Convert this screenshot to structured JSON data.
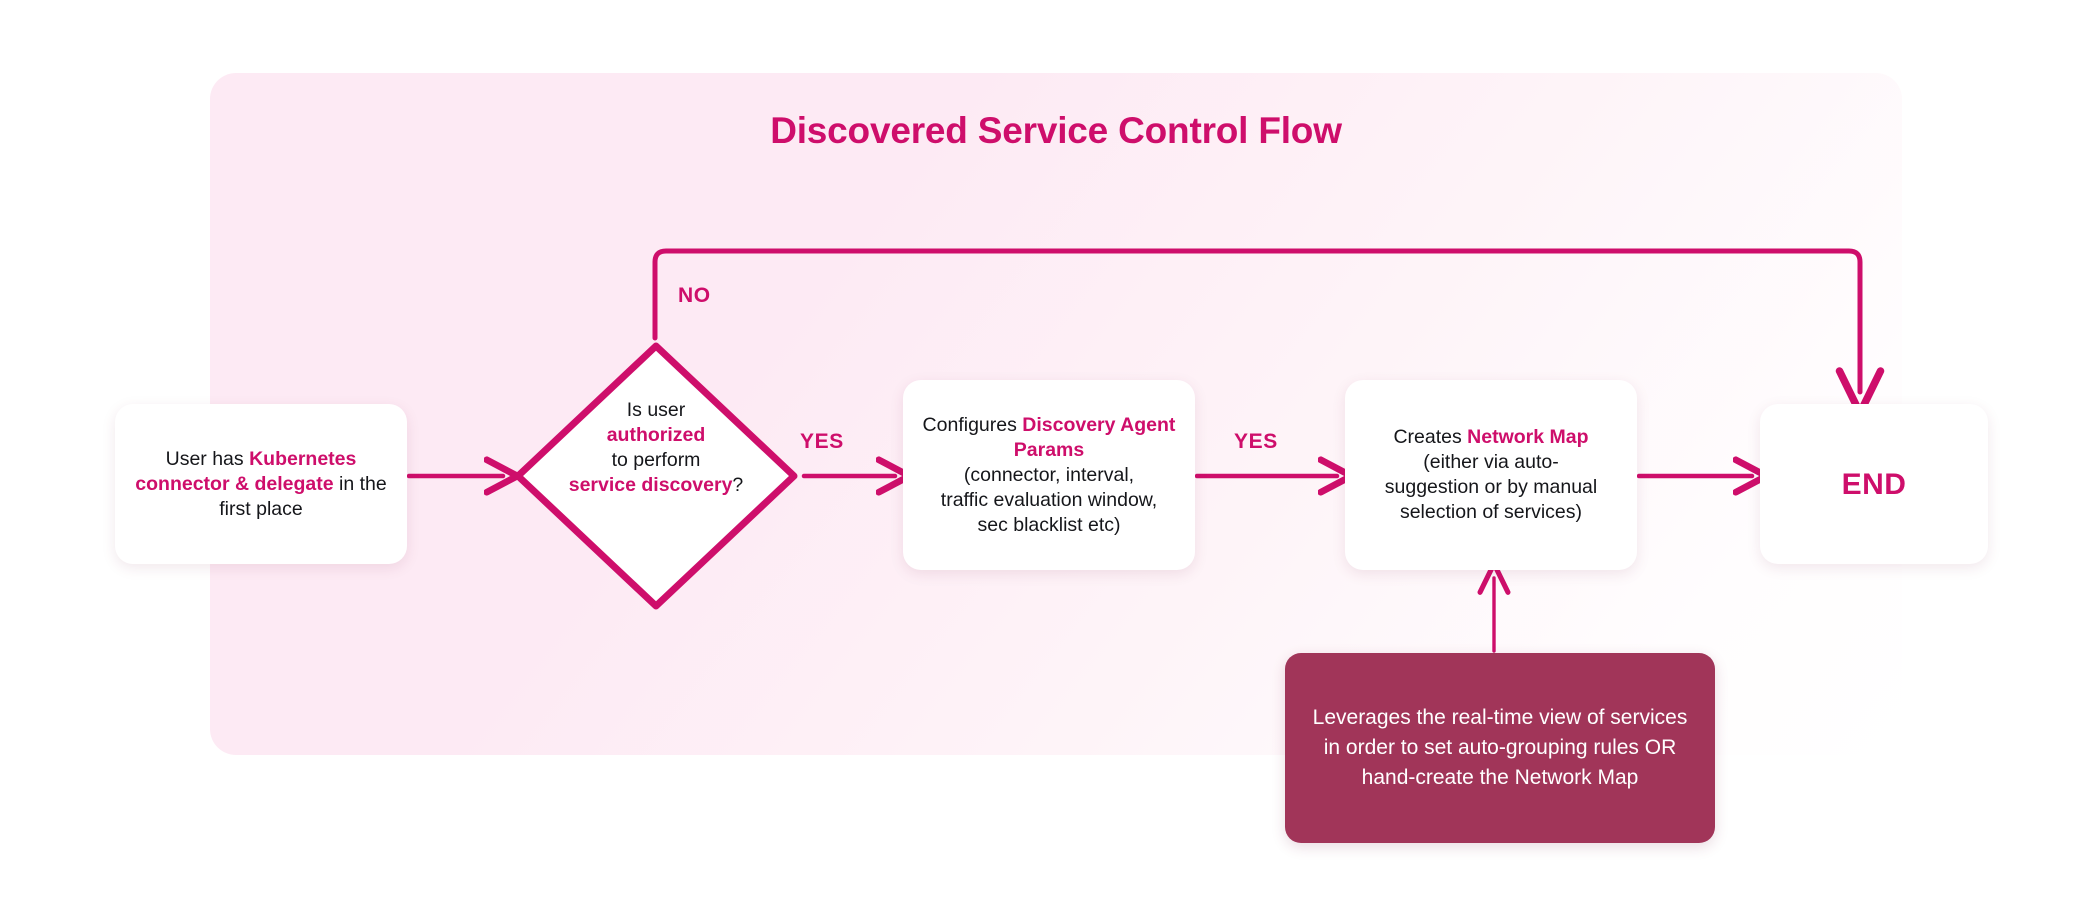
{
  "diagram": {
    "title": "Discovered Service Control Flow",
    "accent_color": "#ce0e6b",
    "panel_color": "#fdeaf4",
    "note_color": "#a13559",
    "nodes": {
      "start": {
        "id": "start",
        "shape": "rounded-rect",
        "text_plain": "User has Kubernetes connector & delegate in the first place",
        "text_html": "User has <b>Kubernetes connector &amp; delegate</b> in the first place"
      },
      "decision": {
        "id": "decision",
        "shape": "diamond",
        "text_plain": "Is user authorized to perform service discovery?",
        "text_html": "Is user<br><b>authorized</b><br>to perform<br><b>service discovery</b>?"
      },
      "params": {
        "id": "params",
        "shape": "rounded-rect",
        "text_plain": "Configures Discovery Agent Params (connector, interval, traffic evaluation window, sec blacklist etc)",
        "text_html": "Configures <b>Discovery Agent Params</b><br>(connector, interval,<br>traffic evaluation window,<br>sec blacklist etc)"
      },
      "netmap": {
        "id": "netmap",
        "shape": "rounded-rect",
        "text_plain": "Creates Network Map (either via auto-suggestion or by manual selection of services)",
        "text_html": "Creates <b>Network Map</b><br>(either via auto-<br>suggestion or by manual<br>selection of services)"
      },
      "end": {
        "id": "end",
        "shape": "rounded-rect",
        "text_plain": "END",
        "text_html": "END"
      },
      "note": {
        "id": "note",
        "shape": "rounded-rect-filled",
        "text_plain": "Leverages the real-time view of services in order to set auto-grouping rules OR hand-create the Network Map",
        "text_html": "Leverages the real-time view of services in order to set auto-grouping rules OR hand-create the Network Map"
      }
    },
    "edges": [
      {
        "from": "start",
        "to": "decision",
        "label": ""
      },
      {
        "from": "decision",
        "to": "params",
        "label": "YES"
      },
      {
        "from": "decision",
        "to": "end",
        "label": "NO"
      },
      {
        "from": "params",
        "to": "netmap",
        "label": "YES"
      },
      {
        "from": "netmap",
        "to": "end",
        "label": ""
      },
      {
        "from": "note",
        "to": "netmap",
        "label": ""
      }
    ],
    "edge_labels": {
      "no": "NO",
      "yes_1": "YES",
      "yes_2": "YES"
    }
  }
}
